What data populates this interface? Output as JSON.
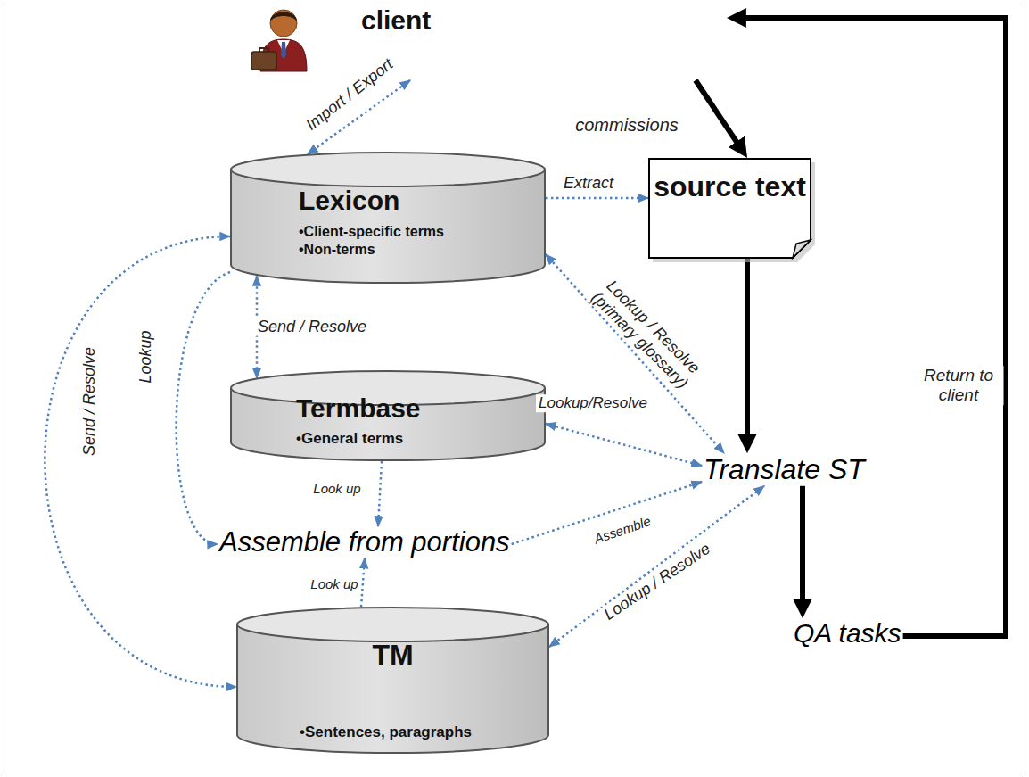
{
  "diagram": {
    "nodes": [
      {
        "text": [
          "client"
        ]
      },
      {
        "text": [
          "Lexicon",
          "•Client-specific terms",
          "•Non-terms"
        ]
      },
      {
        "text": [
          "source text"
        ]
      },
      {
        "text": [
          "Termbase",
          "•General terms"
        ]
      },
      {
        "text": [
          "Translate ST"
        ]
      },
      {
        "text": [
          "Assemble from portions"
        ]
      },
      {
        "text": [
          "TM",
          "•Sentences, paragraphs"
        ]
      },
      {
        "text": [
          "QA tasks"
        ]
      }
    ],
    "edges": [
      {
        "from": 0,
        "to": 1,
        "label": "Import / Export",
        "arrow": "both"
      },
      {
        "from": 0,
        "to": 2,
        "label": "commissions",
        "arrow": "to"
      },
      {
        "from": 1,
        "to": 2,
        "label": "Extract",
        "arrow": "to"
      },
      {
        "from": 1,
        "to": 4,
        "label": "Lookup / Resolve (primary glossary)",
        "arrow": "both"
      },
      {
        "from": 1,
        "to": 3,
        "label": "Send / Resolve",
        "arrow": "both"
      },
      {
        "from": 1,
        "to": 6,
        "label": "Send / Resolve",
        "arrow": "both"
      },
      {
        "from": 1,
        "to": 5,
        "label": "Lookup",
        "arrow": "to"
      },
      {
        "from": 3,
        "to": 5,
        "label": "Look up",
        "arrow": "to"
      },
      {
        "from": 6,
        "to": 5,
        "label": "Look up",
        "arrow": "to"
      },
      {
        "from": 3,
        "to": 4,
        "label": "Lookup/Resolve",
        "arrow": "both"
      },
      {
        "from": 5,
        "to": 4,
        "label": "Assemble",
        "arrow": "to"
      },
      {
        "from": 6,
        "to": 4,
        "label": "Lookup / Resolve",
        "arrow": "both"
      },
      {
        "from": 2,
        "to": 4,
        "arrow": "to"
      },
      {
        "from": 4,
        "to": 7,
        "arrow": "to"
      },
      {
        "from": 7,
        "to": 0,
        "label": "Return to client",
        "arrow": "to"
      }
    ]
  }
}
